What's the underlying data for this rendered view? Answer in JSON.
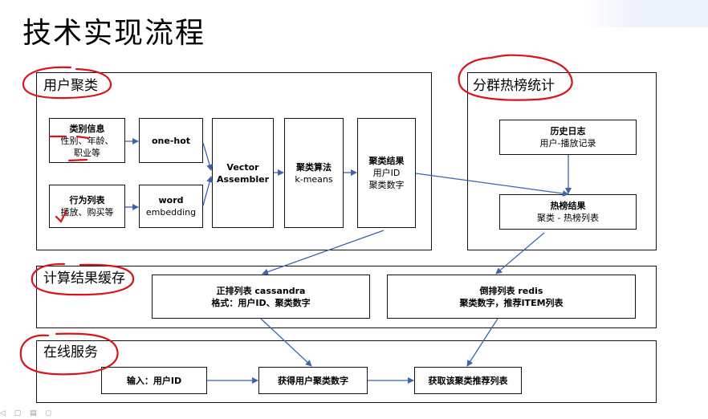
{
  "title": "技术实现流程",
  "panels": {
    "user_clustering": {
      "label": "用户聚类",
      "category_info": {
        "title": "类别信息",
        "lines": [
          "性别、年龄、",
          "职业等"
        ]
      },
      "behavior_list": {
        "title": "行为列表",
        "line": "播放、购买等"
      },
      "one_hot": "one-hot",
      "word_embedding": [
        "word",
        "embedding"
      ],
      "vector_assembler": [
        "Vector",
        "Assembler"
      ],
      "clustering_algo": {
        "title": "聚类算法",
        "line": "k-means"
      },
      "clustering_result": {
        "title": "聚类结果",
        "lines": [
          "用户ID",
          "聚类数字"
        ]
      }
    },
    "group_hotlist": {
      "label": "分群热榜统计",
      "history_log": {
        "title": "历史日志",
        "line": "用户-播放记录"
      },
      "hotlist_result": {
        "title": "热榜结果",
        "line": "聚类 - 热榜列表"
      }
    },
    "result_cache": {
      "label": "计算结果缓存",
      "forward_list": {
        "title": "正排列表 cassandra",
        "line": "格式：用户ID、聚类数字"
      },
      "inverted_list": {
        "title": "倒排列表 redis",
        "line": "聚类数字，推荐ITEM列表"
      }
    },
    "online_service": {
      "label": "在线服务",
      "input": "输入：用户ID",
      "get_cluster": "获得用户聚类数字",
      "get_recommend": "获取该聚类推荐列表"
    }
  },
  "colors": {
    "arrow": "#3b64ad",
    "annotation": "#d9141b",
    "border": "#111111"
  }
}
